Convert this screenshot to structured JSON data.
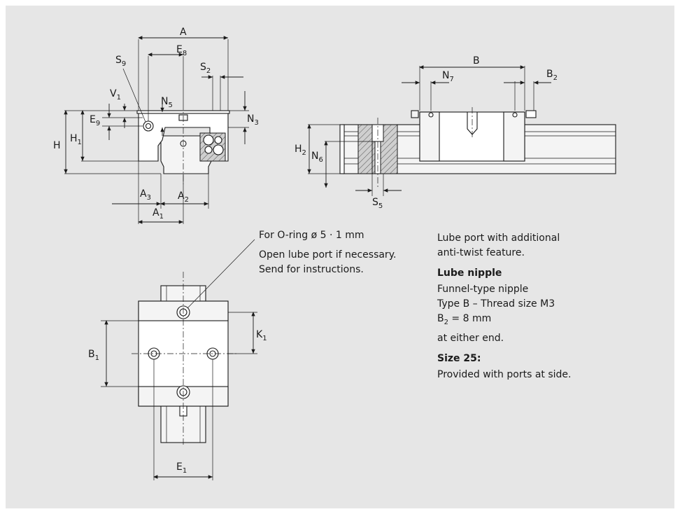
{
  "labels": {
    "A": "A",
    "E": "E",
    "E8_sub": "8",
    "S": "S",
    "S9_sub": "9",
    "S2_sub": "2",
    "V": "V",
    "V1_sub": "1",
    "N": "N",
    "N5_sub": "5",
    "N3_sub": "3",
    "E9_sub": "9",
    "H": "H",
    "H1_sub": "1",
    "A3_sub": "3",
    "A2_sub": "2",
    "A1_sub": "1",
    "B": "B",
    "N7_sub": "7",
    "B2_sub": "2",
    "H2_sub": "2",
    "N6_sub": "6",
    "S5_sub": "5",
    "B1_sub": "1",
    "K": "K",
    "K1_sub": "1",
    "E1_sub": "1"
  },
  "notes": {
    "oring": "For O-ring ø 5 · 1 mm",
    "open_line1": "Open lube port if necessary.",
    "open_line2": "Send for instructions.",
    "lube_port_line1": "Lube port with additional",
    "lube_port_line2": "anti-twist feature.",
    "lube_nipple_heading": "Lube nipple",
    "nipple_type": "Funnel-type nipple",
    "thread": "Type B – Thread size M3",
    "b2_prefix": "B",
    "b2_sub": "2",
    "b2_value": " = 8 mm",
    "either_end": "at either end.",
    "size_heading": "Size 25:",
    "size_text": "Provided with ports at side."
  }
}
